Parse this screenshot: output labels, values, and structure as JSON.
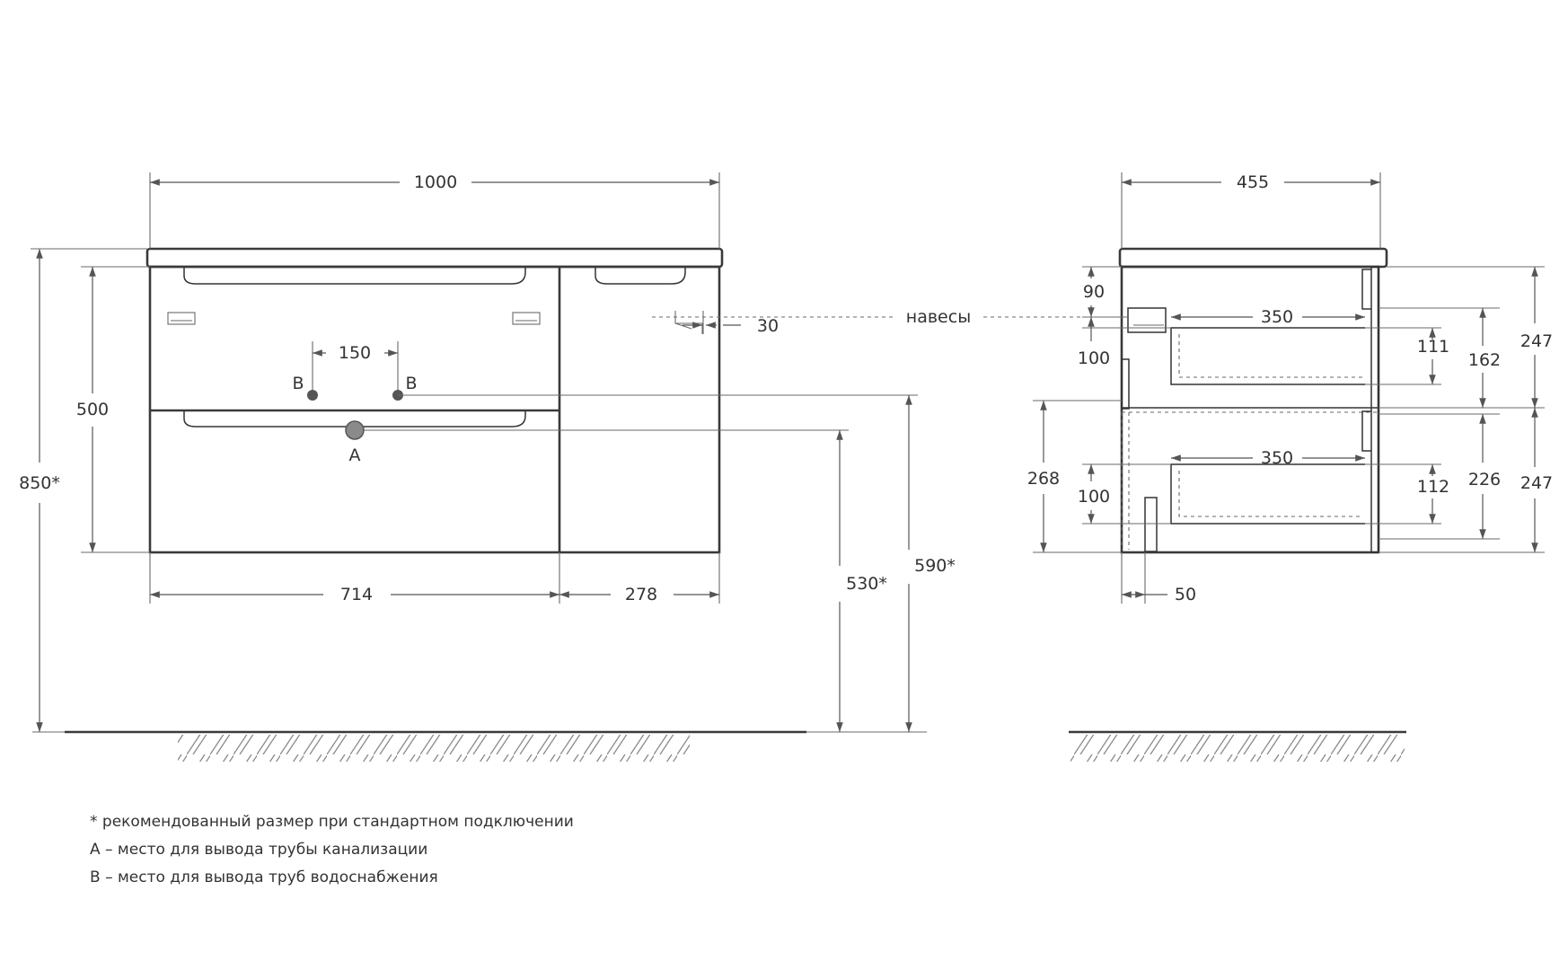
{
  "front": {
    "width_total": "1000",
    "height_total": "850*",
    "body_height": "500",
    "pipe_spacing": "150",
    "water_label_left": "B",
    "water_label_right": "B",
    "drain_label": "A",
    "hinge_offset": "30",
    "drawer_width": "714",
    "door_width": "278",
    "drain_height": "530*",
    "water_height": "590*"
  },
  "hinges_label": "навесы",
  "side": {
    "depth_total": "455",
    "top_offset": "90",
    "gap_upper": "100",
    "gap_lower": "100",
    "drawer_depth_upper": "350",
    "drawer_depth_lower": "350",
    "inner_upper": "111",
    "inner_lower": "112",
    "front_upper": "162",
    "front_lower": "226",
    "module_upper": "247",
    "module_lower": "247",
    "lower_height": "268",
    "back_offset": "50"
  },
  "notes": [
    "* рекомендованный размер при стандартном подключении",
    "А – место для вывода трубы канализации",
    "В – место для вывода труб водоснабжения"
  ]
}
